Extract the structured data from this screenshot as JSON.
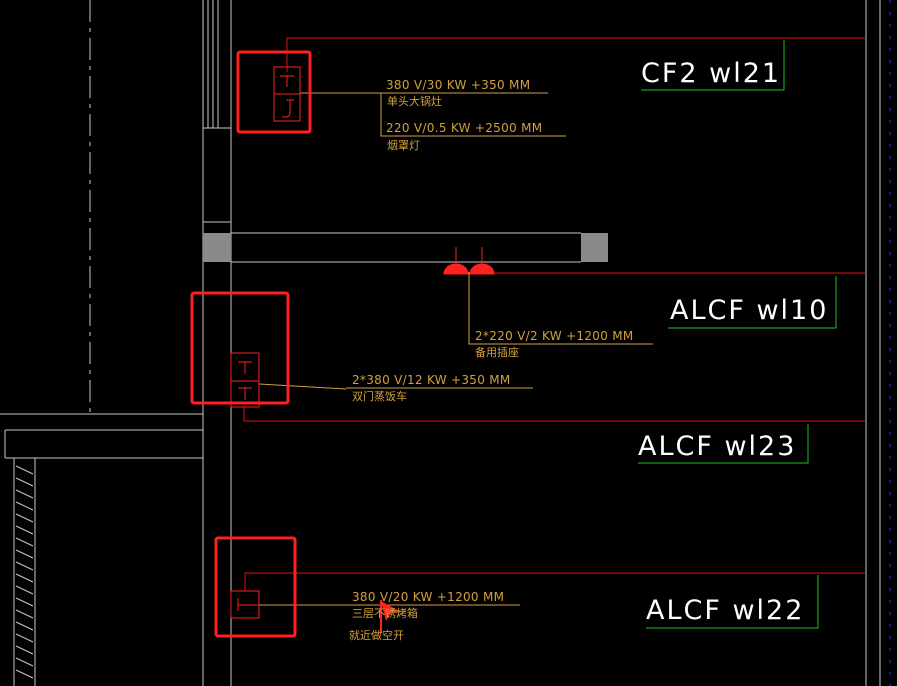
{
  "colors": {
    "background": "#000000",
    "wall": "#c8c8c8",
    "circuit_line": "#e01010",
    "highlight_box": "#ff2020",
    "annotation_text": "#d2a03c",
    "circuit_label_underline": "#20c020",
    "equipment_symbol": "#ff2020",
    "column_fill": "#8a8a8a",
    "right_border": "#2a3aff"
  },
  "circuits": [
    {
      "label": "CF2  wl21"
    },
    {
      "label": "ALCF  wl10"
    },
    {
      "label": "ALCF  wl23"
    },
    {
      "label": "ALCF  wl22"
    }
  ],
  "annotations": {
    "a1_spec": "380 V/30 KW  +350 MM",
    "a1_name": "单头大锅灶",
    "a2_spec": "220 V/0.5 KW  +2500 MM",
    "a2_name": "烟罩灯",
    "a3_spec": "2*220 V/2 KW  +1200 MM",
    "a3_name": "备用插座",
    "a4_spec": "2*380 V/12 KW  +350 MM",
    "a4_name": "双门蒸饭车",
    "a5_spec": "380 V/20 KW  +1200 MM",
    "a5_name": "三层不锈烤箱",
    "a5_note": "就近做空开"
  },
  "icons": {
    "equipment": "equipment-junction-icon",
    "socket": "socket-outlet-icon",
    "cursor": "arrow-cursor-icon"
  }
}
